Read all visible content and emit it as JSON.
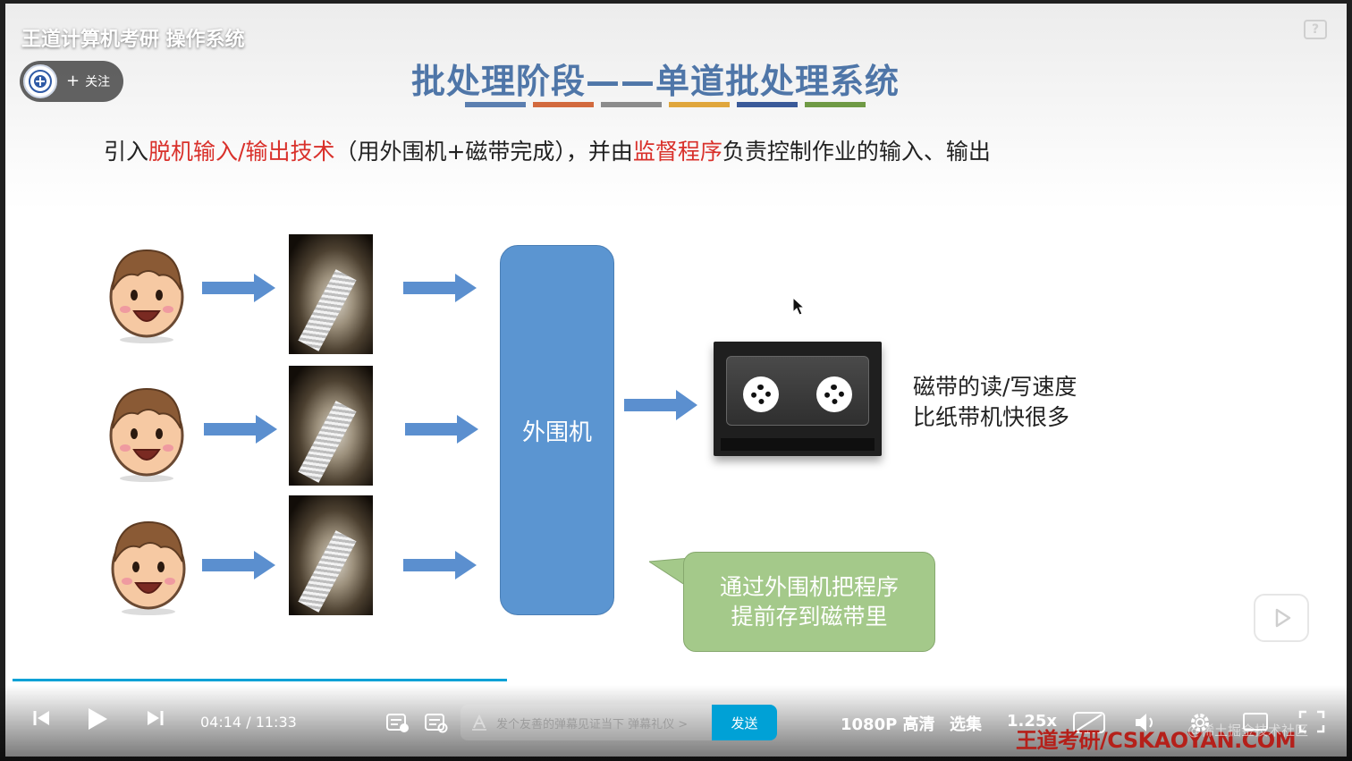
{
  "overlay": {
    "video_title": "王道计算机考研 操作系统",
    "follow_plus": "+",
    "follow_label": "关注",
    "help_label": "?"
  },
  "slide": {
    "heading": "批处理阶段——单道批处理系统",
    "bar_colors": [
      "#5b7fb0",
      "#d26a3e",
      "#8c8c8c",
      "#e0a63c",
      "#3a5a99",
      "#6f9a45"
    ],
    "desc_prefix": "引入",
    "desc_red1": "脱机输入/输出技术",
    "desc_middle": "（用外围机+磁带完成），并由",
    "desc_red2": "监督程序",
    "desc_suffix": "负责控制作业的输入、输出",
    "peripheral_label": "外围机",
    "tape_note_line1": "磁带的读/写速度",
    "tape_note_line2": "比纸带机快很多",
    "callout_line1": "通过外围机把程序",
    "callout_line2": "提前存到磁带里",
    "colors": {
      "arrow": "#5b8fcf",
      "peripheral": "#5b95d1",
      "callout": "#a4c98a",
      "heading": "#4f76a8",
      "emphasis": "#d9312b"
    }
  },
  "player": {
    "progress_fraction": 0.3727,
    "current_time": "04:14",
    "time_separator": "/",
    "total_time": "11:33",
    "danmaku_placeholder": "发个友善的弹幕见证当下  弹幕礼仪 >",
    "send_label": "发送",
    "quality_label": "1080P 高清",
    "episodes_label": "选集",
    "speed_label": "1.25x",
    "accent_color": "#00a1d6"
  },
  "watermark": {
    "brand": "王道考研/CSKAOYAN.COM",
    "community": "@稀土掘金技术社区"
  }
}
